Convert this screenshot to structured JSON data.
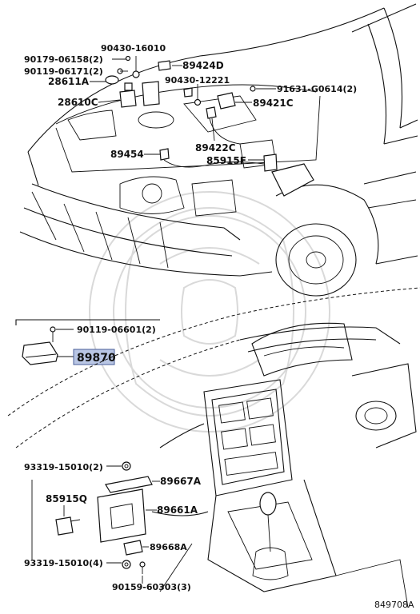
{
  "diagram_id": "849708A",
  "callouts": {
    "p90179": "90179-06158(2)",
    "p90430a": "90430-16010",
    "p90119a": "90119-06171(2)",
    "p89424D": "89424D",
    "p28611A": "28611A",
    "p90430b": "90430-12221",
    "p91631": "91631-G0614(2)",
    "p28610C": "28610C",
    "p89421C": "89421C",
    "p89454": "89454",
    "p89422C": "89422C",
    "p85915F": "85915F",
    "p90119b": "90119-06601(2)",
    "p89870": "89870",
    "p93319a": "93319-15010(2)",
    "p89667A": "89667A",
    "p85915Q": "85915Q",
    "p89661A": "89661A",
    "p89668A": "89668A",
    "p93319b": "93319-15010(4)",
    "p90159": "90159-60303(3)"
  },
  "highlight_color": "#b9c6e4"
}
